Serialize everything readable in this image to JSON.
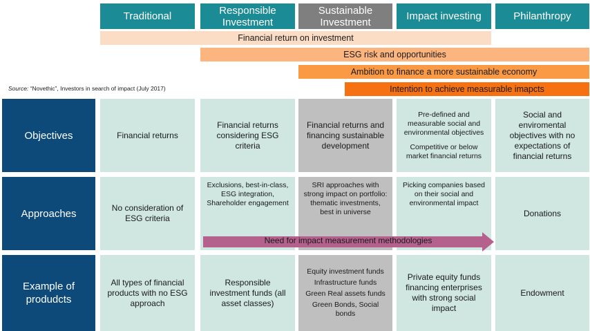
{
  "headers": {
    "traditional": "Traditional",
    "responsible": "Responsible Investment",
    "sustainable": "Sustainable Investment",
    "impact": "Impact investing",
    "philanthropy": "Philanthropy"
  },
  "bars": {
    "financial_return": "Financial return on investment",
    "esg_risk": "ESG risk and opportunities",
    "ambition": "Ambition to finance a more sustainable economy",
    "intention": "Intention to achieve measurable imapcts"
  },
  "source": {
    "label": "Source:",
    "text": " “Novethic”, Investors in search of impact (July 2017)"
  },
  "rows": {
    "objectives": {
      "label": "Objectives",
      "traditional": "Financial returns",
      "responsible": "Financial returns considering ESG criteria",
      "sustainable": "Financial returns and financing sustainable development",
      "impact_1": "Pre-defined and measurable social and environmental objectives",
      "impact_2": "Competitive or below market financial returns",
      "philanthropy": "Social and enviromental objectives with no expectations of financial returns"
    },
    "approaches": {
      "label": "Approaches",
      "traditional": "No consideration of ESG criteria",
      "responsible": "Exclusions, best-in-class, ESG integration, Shareholder engagement",
      "sustainable": "SRI approaches with strong impact on portfolio: thematic investments, best in universe",
      "impact": "Picking companies based on their social and environmental impact",
      "philanthropy": "Donations"
    },
    "examples": {
      "label": "Example of produdcts",
      "traditional": "All types of financial products with no ESG approach",
      "responsible": "Responsible investment funds (all asset classes)",
      "sustainable": [
        "Equity investment funds",
        "Infrastructure funds",
        "Green Real assets funds",
        "Green Bonds, Social bonds"
      ],
      "impact": "Private equity funds financing enterprises with strong social impact",
      "philanthropy": "Endowment"
    }
  },
  "arrow_label": "Need for impact measurement methodologies",
  "colors": {
    "header_teal": "#1b8b96",
    "header_grey": "#7f7f7f",
    "row_label_navy": "#0d4a7a",
    "cell_mint": "#cfe6e1",
    "cell_grey": "#bfbfbf",
    "bar_1": "#fbdcc4",
    "bar_2": "#fcb57e",
    "bar_3": "#fa9a45",
    "bar_4": "#f57112",
    "arrow": "#b4618d"
  }
}
